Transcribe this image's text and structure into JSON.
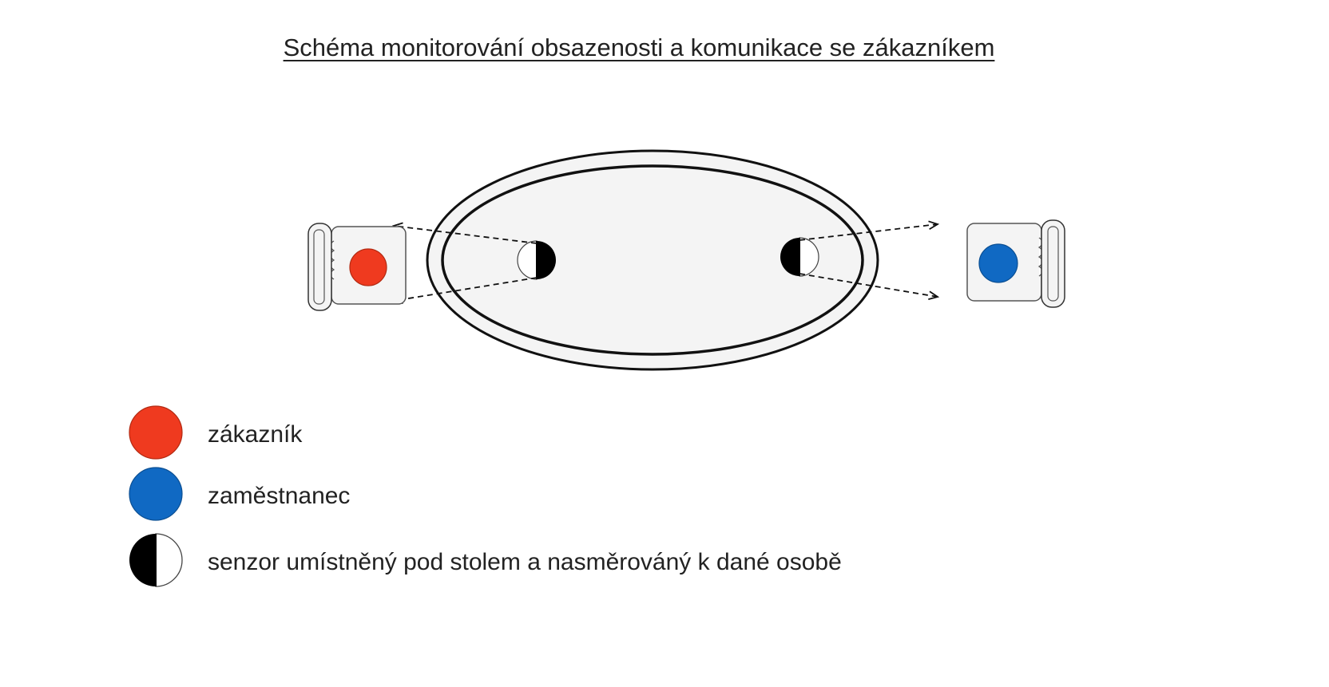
{
  "title": "Schéma monitorování obsazenosti a komunikace se zákazníkem",
  "colors": {
    "customer": "#ef3a1f",
    "employee": "#1069c3",
    "table_fill": "#f4f4f4",
    "chair_fill": "#f4f4f4",
    "outline": "#111111"
  },
  "legend": {
    "customer": {
      "label": "zákazník",
      "icon": "red-dot"
    },
    "employee": {
      "label": "zaměstnanec",
      "icon": "blue-dot"
    },
    "sensor": {
      "label": "senzor umístněný pod stolem a nasměrováný k dané osobě",
      "icon": "half-black-circle"
    }
  }
}
